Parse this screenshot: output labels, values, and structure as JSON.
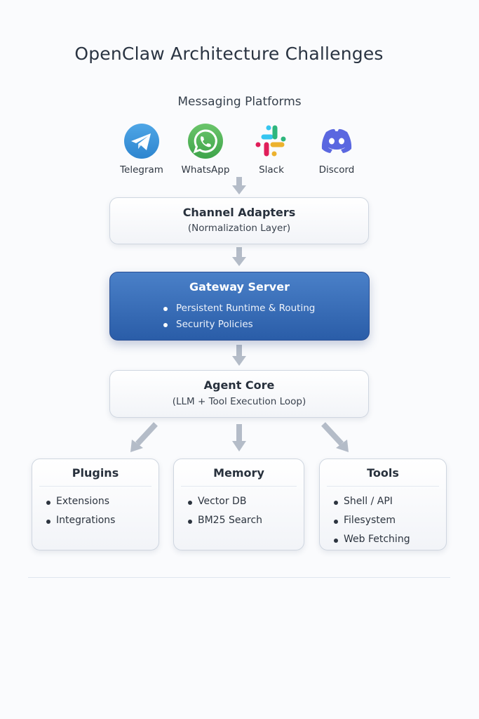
{
  "title": "OpenClaw Architecture Challenges",
  "section_title": "Messaging Platforms",
  "platforms": [
    {
      "label": "Telegram",
      "icon": "telegram-icon",
      "color": "#3a93d8"
    },
    {
      "label": "WhatsApp",
      "icon": "whatsapp-icon",
      "color": "#4caf50"
    },
    {
      "label": "Slack",
      "icon": "slack-icon",
      "color": "#e01e5a"
    },
    {
      "label": "Discord",
      "icon": "discord-icon",
      "color": "#5865f2"
    }
  ],
  "channel_adapters": {
    "title": "Channel Adapters",
    "subtitle": "(Normalization Layer)"
  },
  "gateway": {
    "title": "Gateway Server",
    "items": [
      "Persistent Runtime & Routing",
      "Security Policies"
    ],
    "color": "#2f63ae"
  },
  "agent_core": {
    "title": "Agent Core",
    "subtitle": "(LLM + Tool Execution Loop)"
  },
  "modules": [
    {
      "title": "Plugins",
      "items": [
        "Extensions",
        "Integrations"
      ]
    },
    {
      "title": "Memory",
      "items": [
        "Vector DB",
        "BM25 Search"
      ]
    },
    {
      "title": "Tools",
      "items": [
        "Shell / API",
        "Filesystem",
        "Web Fetching"
      ]
    }
  ],
  "arrow_color": "#b4bcc8"
}
